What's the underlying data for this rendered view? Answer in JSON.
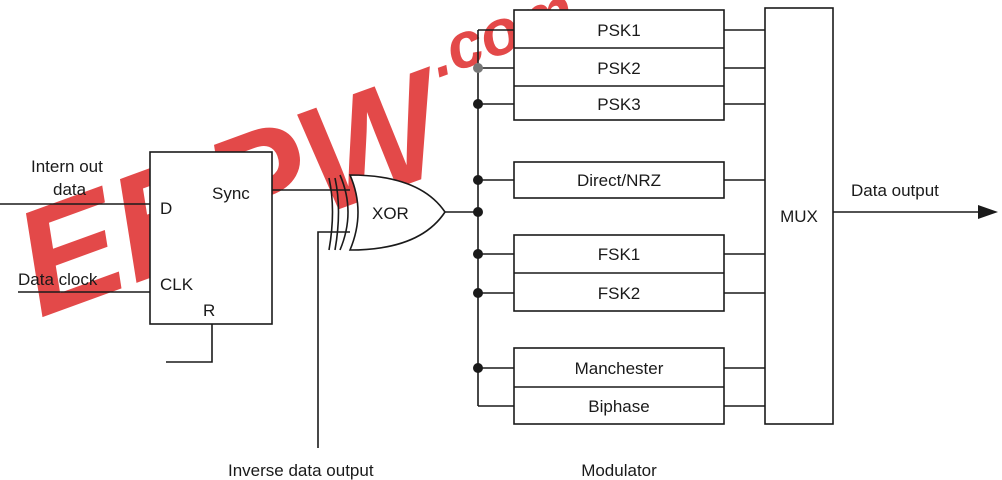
{
  "watermark": {
    "text": "EEPW",
    "suffix": ".com",
    "color": "#e03030"
  },
  "flipflop": {
    "in_label_1": "Intern out",
    "in_label_2": "data",
    "clock_label": "Data clock",
    "pin_d": "D",
    "pin_sync": "Sync",
    "pin_clk": "CLK",
    "pin_r": "R"
  },
  "gate": {
    "label": "XOR"
  },
  "inverse_label": "Inverse data output",
  "modulator": {
    "caption": "Modulator",
    "blocks": [
      "PSK1",
      "PSK2",
      "PSK3",
      "Direct/NRZ",
      "FSK1",
      "FSK2",
      "Manchester",
      "Biphase"
    ]
  },
  "mux": {
    "label": "MUX"
  },
  "output_label": "Data output"
}
